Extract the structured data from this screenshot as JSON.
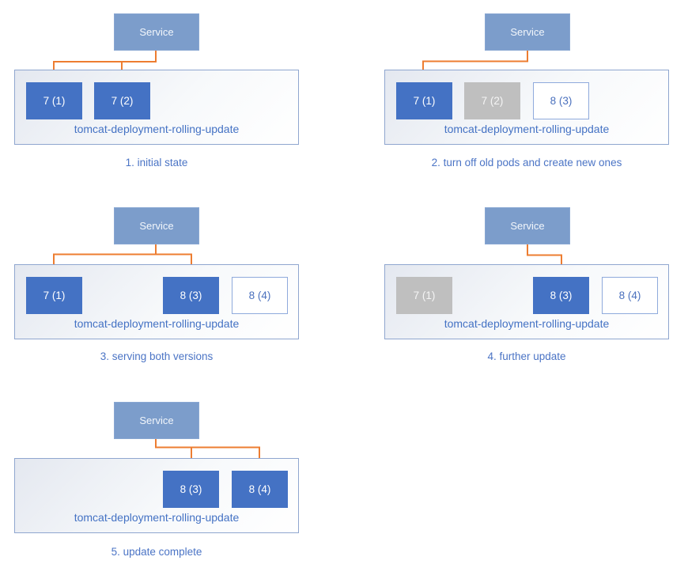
{
  "service_label": "Service",
  "deployment_name": "tomcat-deployment-rolling-update",
  "colors": {
    "pod_active": "#4472C4",
    "pod_terminating": "#BFBFBF",
    "pod_starting_border": "#8FAADC",
    "service_fill": "#7C9DCB",
    "arrow": "#ED7D31",
    "caption_text": "#4B74C5",
    "deployment_label_text": "#4472C4"
  },
  "panels": [
    {
      "caption": "1. initial state",
      "pods": [
        {
          "label": "7 (1)",
          "state": "active"
        },
        {
          "label": "7 (2)",
          "state": "active"
        }
      ]
    },
    {
      "caption": "2. turn off old pods and create new ones",
      "pods": [
        {
          "label": "7 (1)",
          "state": "active"
        },
        {
          "label": "7 (2)",
          "state": "terminating"
        },
        {
          "label": "8 (3)",
          "state": "starting"
        }
      ]
    },
    {
      "caption": "3. serving both versions",
      "pods": [
        {
          "label": "7 (1)",
          "state": "active"
        },
        {
          "label": "8 (3)",
          "state": "active"
        },
        {
          "label": "8 (4)",
          "state": "starting"
        }
      ]
    },
    {
      "caption": "4. further update",
      "pods": [
        {
          "label": "7 (1)",
          "state": "terminating"
        },
        {
          "label": "8 (3)",
          "state": "active"
        },
        {
          "label": "8 (4)",
          "state": "starting"
        }
      ]
    },
    {
      "caption": "5. update complete",
      "pods": [
        {
          "label": "8 (3)",
          "state": "active"
        },
        {
          "label": "8 (4)",
          "state": "active"
        }
      ]
    }
  ]
}
